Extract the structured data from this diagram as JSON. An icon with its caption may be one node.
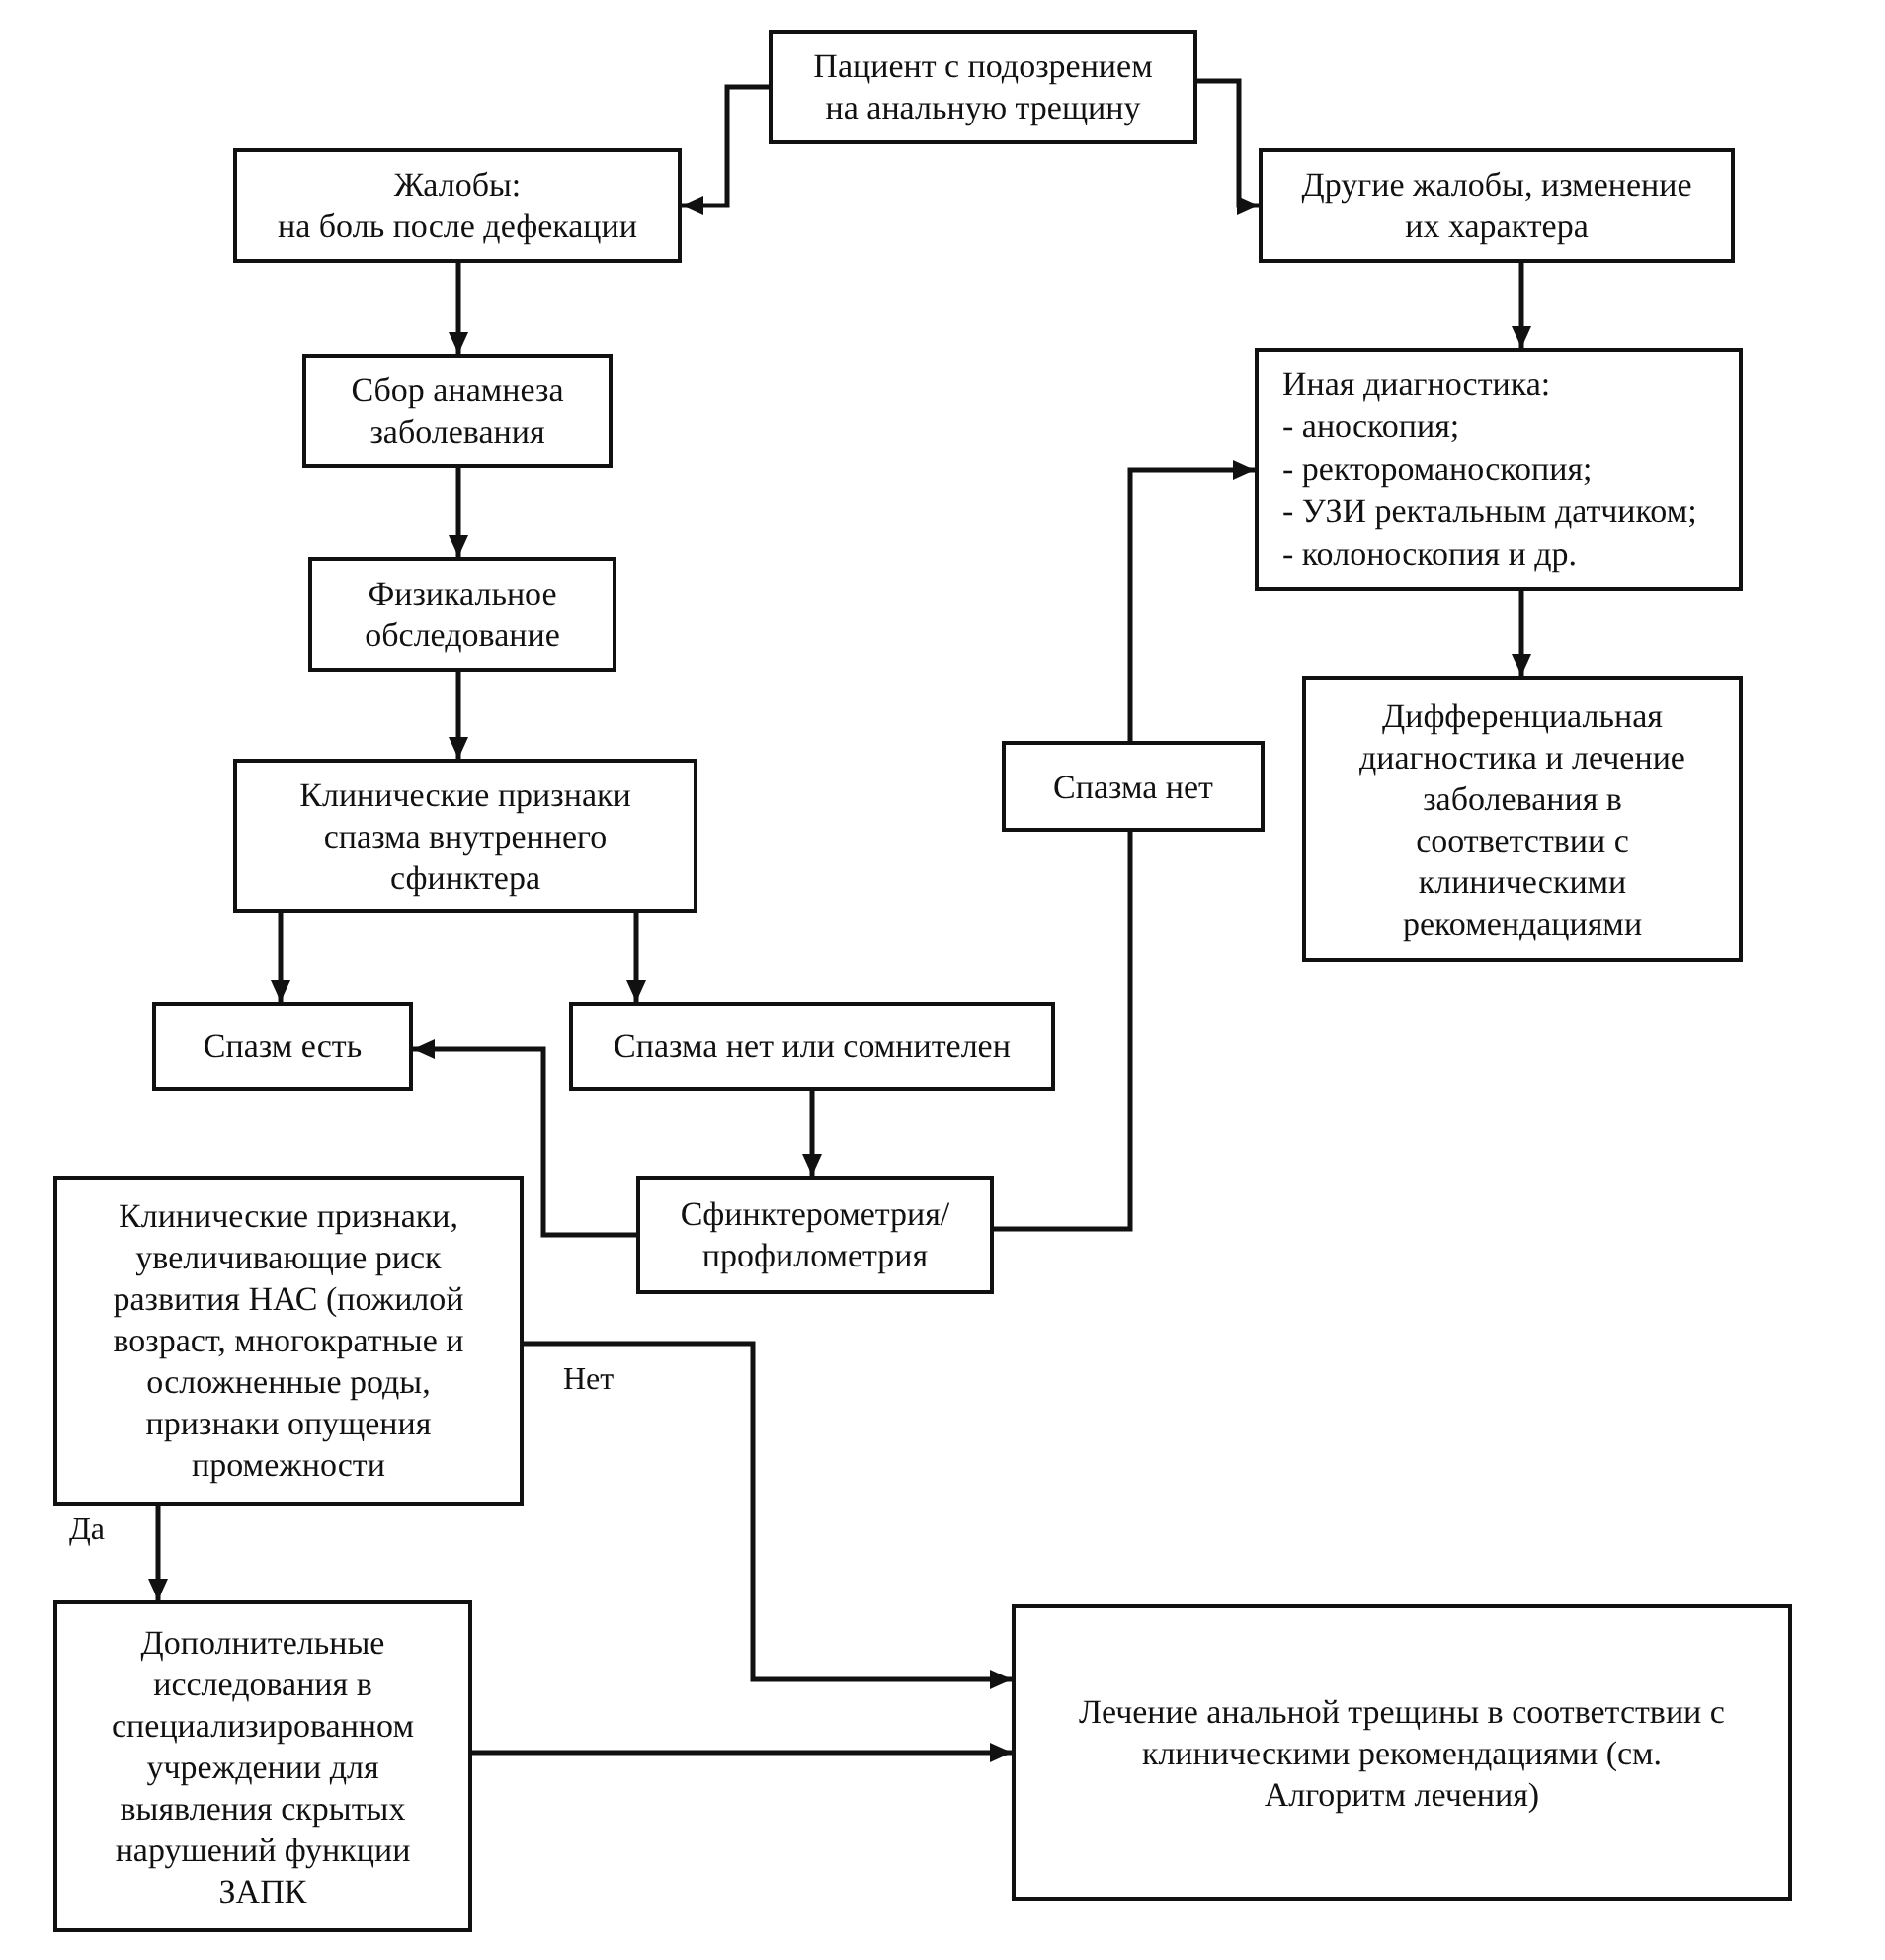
{
  "diagram": {
    "nodes": [
      {
        "text": [
          "Пациент с подозрением на анальную трещину"
        ]
      },
      {
        "text": [
          "Жалобы:",
          "на боль после дефекации"
        ]
      },
      {
        "text": [
          "Другие жалобы, изменение их характера"
        ]
      },
      {
        "text": [
          "Сбор анамнеза заболевания"
        ]
      },
      {
        "text": [
          "Иная диагностика:",
          "- аноскопия;",
          "- ректороманоскопия;",
          "- УЗИ ректальным датчиком;",
          "- колоноскопия и др."
        ]
      },
      {
        "text": [
          "Физикальное обследование"
        ]
      },
      {
        "text": [
          "Клинические признаки спазма внутреннего сфинктера"
        ]
      },
      {
        "text": [
          "Дифференциальная диагностика и лечение заболевания в соответствии с клиническими рекомендациями"
        ]
      },
      {
        "text": [
          "Спазма нет"
        ]
      },
      {
        "text": [
          "Спазм есть"
        ]
      },
      {
        "text": [
          "Спазма нет или сомнителен"
        ]
      },
      {
        "text": [
          "Сфинктерометрия/ профилометрия"
        ]
      },
      {
        "text": [
          "Клинические признаки, увеличивающие риск развития НАС (пожилой возраст, многократные и осложненные роды, признаки опущения промежности"
        ]
      },
      {
        "text": [
          "Дополнительные исследования в специализированном учреждении для выявления скрытых нарушений функции ЗАПК"
        ]
      },
      {
        "text": [
          "Лечение анальной трещины в соответствии с клиническими рекомендациями (см. Алгоритм лечения)"
        ]
      }
    ],
    "edges": [
      {
        "from": 0,
        "to": 1,
        "arrow": "to"
      },
      {
        "from": 0,
        "to": 2,
        "arrow": "to"
      },
      {
        "from": 1,
        "to": 3,
        "arrow": "to"
      },
      {
        "from": 2,
        "to": 4,
        "arrow": "to"
      },
      {
        "from": 3,
        "to": 5,
        "arrow": "to"
      },
      {
        "from": 4,
        "to": 7,
        "arrow": "to"
      },
      {
        "from": 5,
        "to": 6,
        "arrow": "to"
      },
      {
        "from": 6,
        "to": 9,
        "arrow": "to"
      },
      {
        "from": 6,
        "to": 10,
        "arrow": "to"
      },
      {
        "from": 10,
        "to": 11,
        "arrow": "to"
      },
      {
        "from": 11,
        "to": 9,
        "arrow": "to"
      },
      {
        "from": 11,
        "to": 8,
        "arrow": "none"
      },
      {
        "from": 8,
        "to": 4,
        "arrow": "to"
      },
      {
        "from": 12,
        "to": 14,
        "arrow": "to",
        "label": "Нет"
      },
      {
        "from": 12,
        "to": 13,
        "arrow": "to",
        "label": "Да"
      },
      {
        "from": 13,
        "to": 14,
        "arrow": "to"
      }
    ]
  }
}
